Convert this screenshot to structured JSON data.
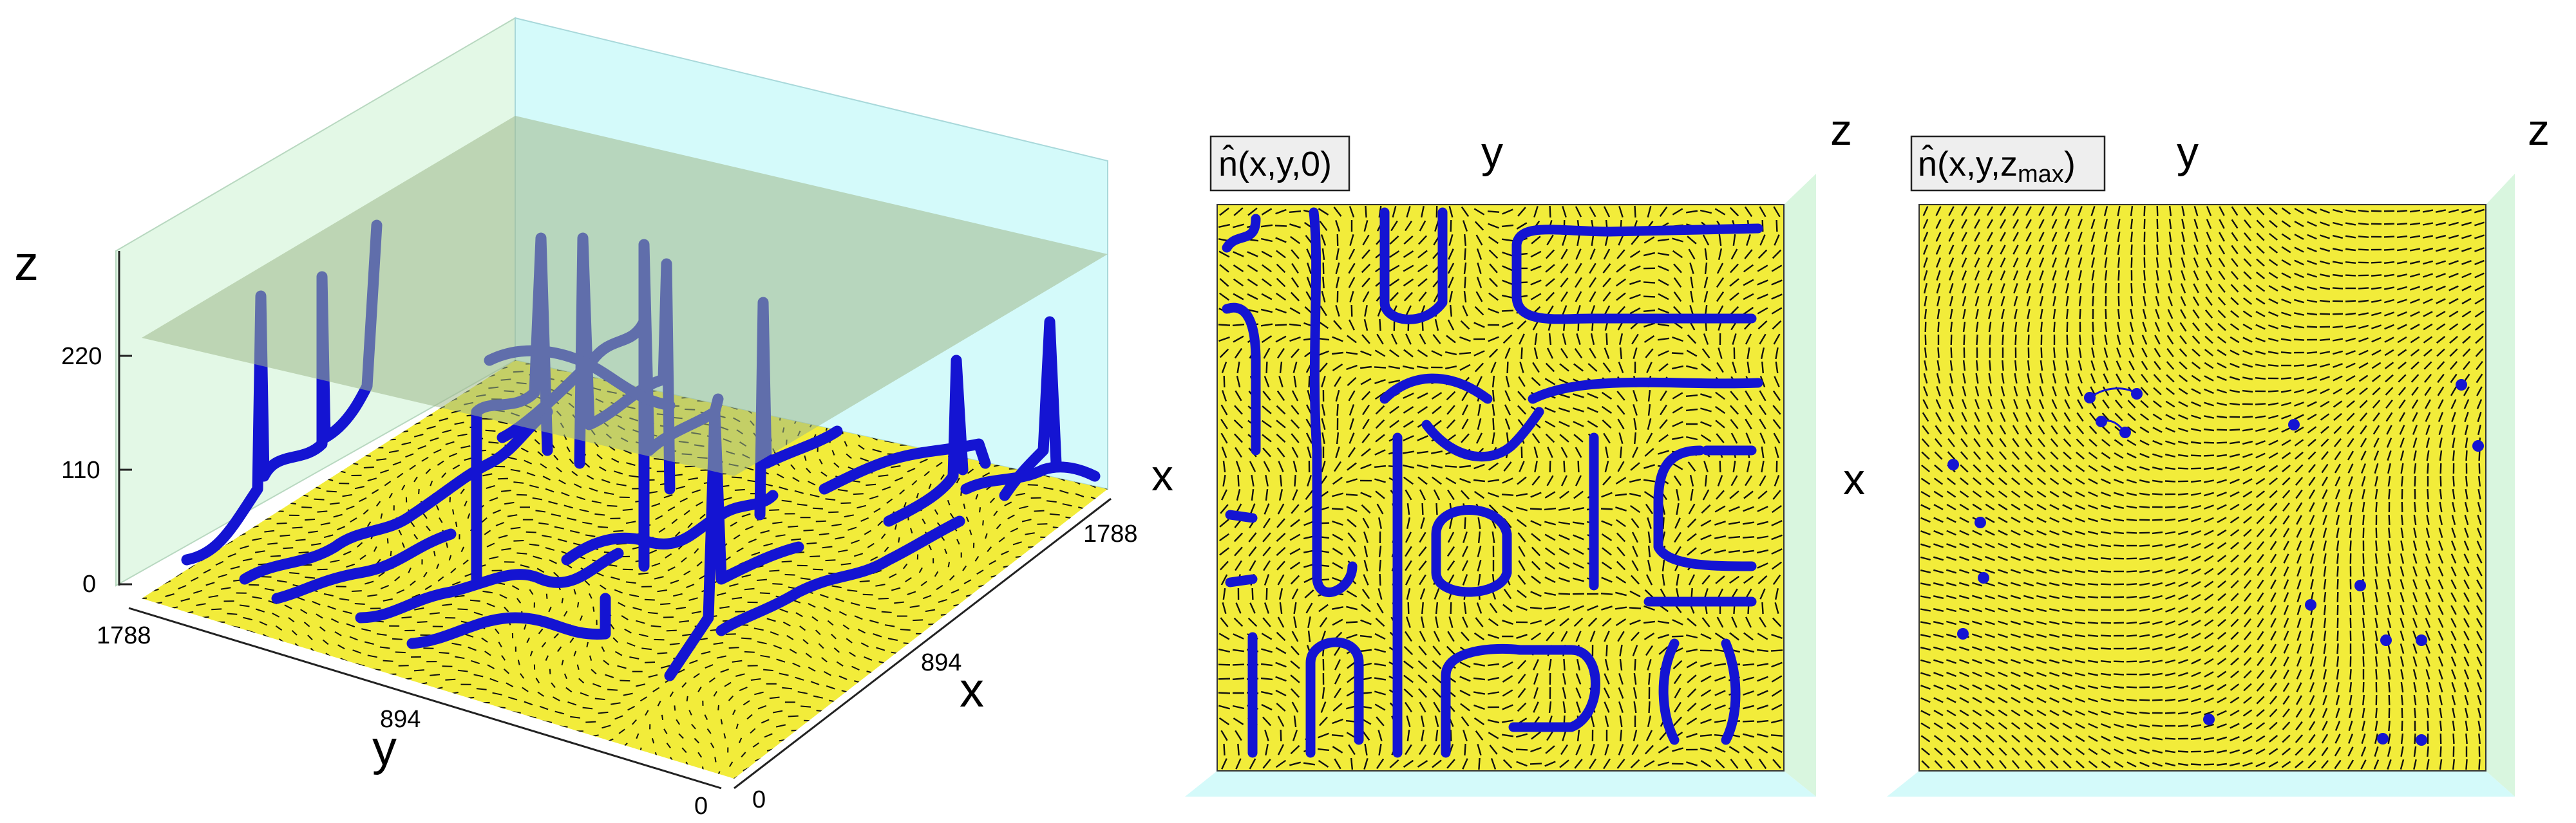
{
  "figure": {
    "panel_3d": {
      "axis_z": "z",
      "axis_x": "x",
      "axis_y": "y",
      "z_ticks": [
        "0",
        "110",
        "220"
      ],
      "x_ticks": [
        "0",
        "894",
        "1788"
      ],
      "y_ticks": [
        "0",
        "894",
        "1788"
      ]
    },
    "panel_bottom": {
      "label_base": "n̂(x,y,0)",
      "axis_y": "y",
      "axis_z": "z",
      "axis_x": "x"
    },
    "panel_top": {
      "label_base": "n̂(x,y,z",
      "label_sub": "max",
      "label_close": ")",
      "axis_y": "y",
      "axis_z": "z",
      "axis_x": "x"
    }
  },
  "colors": {
    "director_field": "#f2ec3a",
    "defect_lines": "#1414d2",
    "box_faces": "#d9fbf4",
    "top_plane": "#b2c89a",
    "director_marks": "#111111"
  }
}
